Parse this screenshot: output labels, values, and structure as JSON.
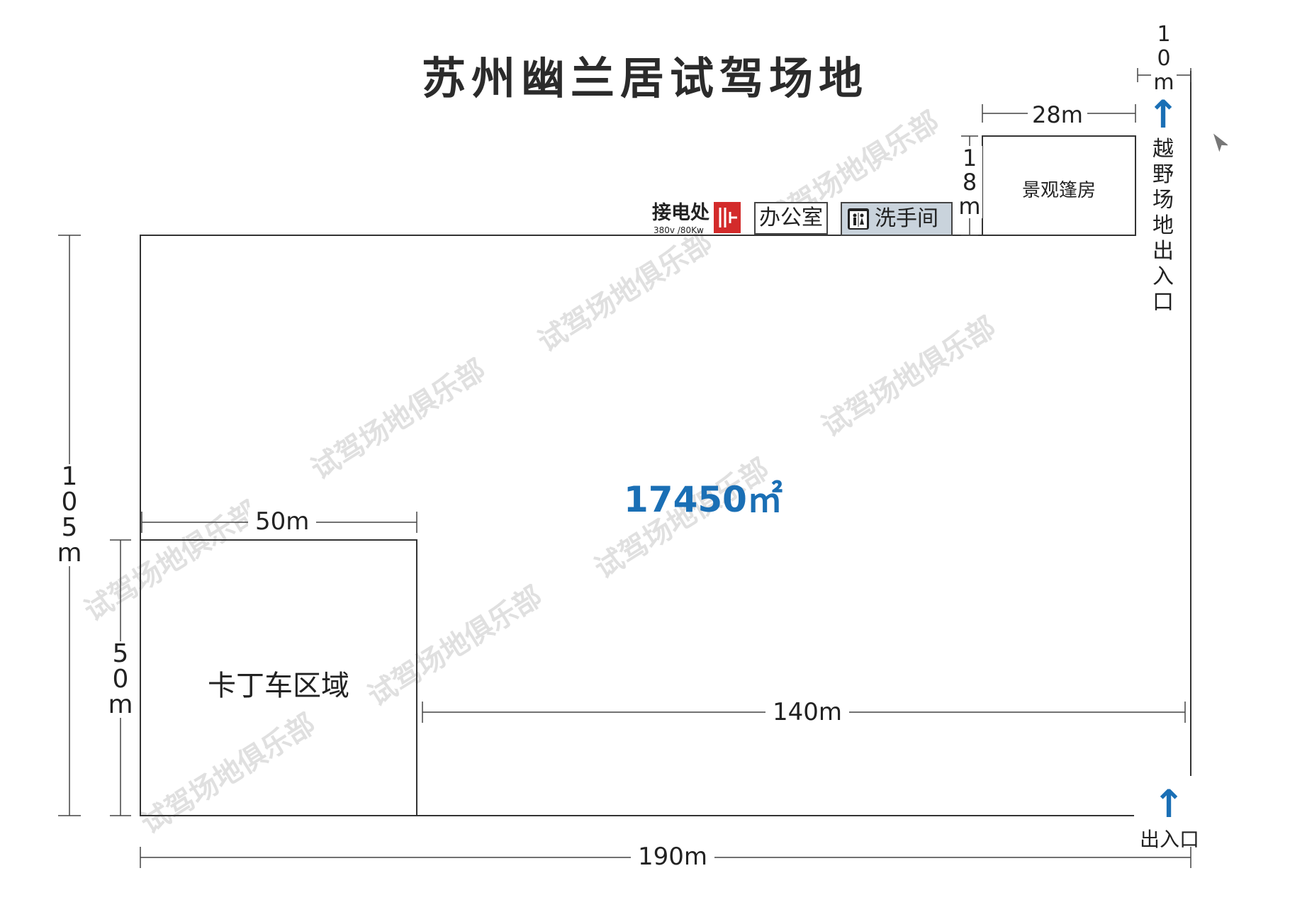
{
  "title": "苏州幽兰居试驾场地",
  "area": "17450㎡",
  "zones": {
    "kart": "卡丁车区域",
    "landscape": "景观篷房",
    "office": "办公室",
    "restroom": "洗手间",
    "power_label": "接电处",
    "power_spec": "380v /80Kw"
  },
  "dimensions": {
    "total_width": "190m",
    "height": [
      "1",
      "0",
      "5",
      "m"
    ],
    "kart_width": "50m",
    "kart_height": [
      "5",
      "0",
      "m"
    ],
    "right_span": "140m",
    "tent_width": "28m",
    "tent_height": [
      "1",
      "8",
      "m"
    ],
    "gap": [
      "1",
      "0",
      "m"
    ]
  },
  "entrances": {
    "offroad": [
      "越",
      "野",
      "场",
      "地",
      "出",
      "入",
      "口"
    ],
    "main": "出入口"
  },
  "watermark": "试驾场地俱乐部",
  "watermark_url": "shijiachangdi.com",
  "icons": [
    "power-icon",
    "restroom-icon",
    "arrow-up-icon",
    "compass-icon"
  ],
  "colors": {
    "accent": "#1a6fb5",
    "power": "#d32b2b",
    "restroom_bg": "#c9d3dc"
  }
}
